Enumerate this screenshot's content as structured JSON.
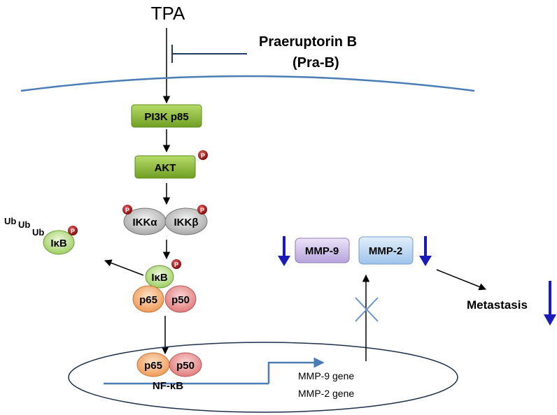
{
  "stimulus": {
    "label": "TPA"
  },
  "inhibitor": {
    "name": "Praeruptorin B",
    "abbrev": "(Pra-B)"
  },
  "kinases": {
    "pi3k": "PI3K p85",
    "akt": "AKT"
  },
  "ikk": {
    "alpha": "IKKα",
    "beta": "IKKβ"
  },
  "ikb": {
    "label": "IκB"
  },
  "ubiquitin": {
    "ub1": "Ub",
    "ub2": "Ub",
    "ub3": "Ub"
  },
  "nfkb": {
    "p65": "p65",
    "p50": "p50",
    "label": "NF-κB"
  },
  "phospho": {
    "label": "P"
  },
  "mmp": {
    "mmp9": "MMP-9",
    "mmp2": "MMP-2"
  },
  "genes": {
    "mmp9_gene": "MMP-9 gene",
    "mmp2_gene": "MMP-2 gene"
  },
  "outcome": {
    "label": "Metastasis"
  },
  "colors": {
    "membrane": "#4a7db5",
    "green_box": "#8dbd3a",
    "ikk_gray": "#c8c8c8",
    "ikb_green": "#b8e08a",
    "p65_orange": "#f6b582",
    "p50_pink": "#ee9a9a",
    "mmp9_purple": "#cdbde9",
    "mmp2_blue": "#b8d3f0",
    "down_arrow": "#1a1ab8",
    "phospho_red": "#b01818"
  }
}
